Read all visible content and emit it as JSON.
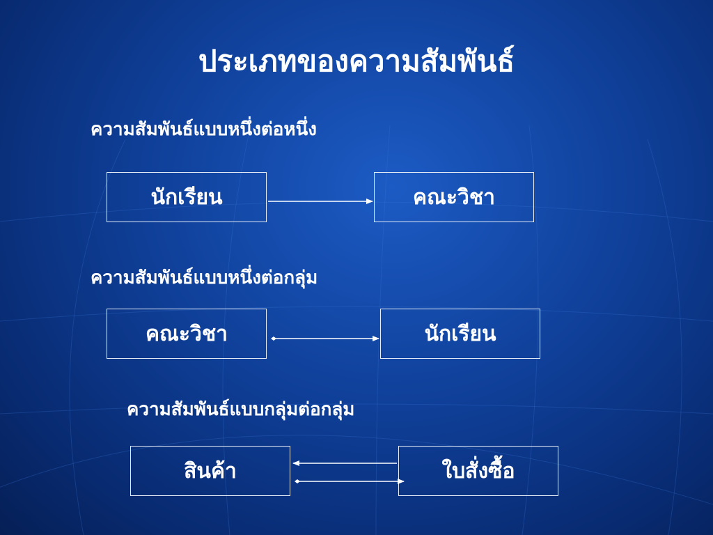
{
  "slide": {
    "title": "ประเภทของความสัมพันธ์"
  },
  "sections": [
    {
      "heading": "ความสัมพันธ์แบบหนึ่งต่อหนึ่ง",
      "left_box": "นักเรียน",
      "right_box": "คณะวิชา"
    },
    {
      "heading": "ความสัมพันธ์แบบหนึ่งต่อกลุ่ม",
      "left_box": "คณะวิชา",
      "right_box": "นักเรียน"
    },
    {
      "heading": "ความสัมพันธ์แบบกลุ่มต่อกลุ่ม",
      "left_box": "สินค้า",
      "right_box": "ใบสั่งซื้อ"
    }
  ],
  "colors": {
    "background": "#0f3f98",
    "text": "#ffffff",
    "lines": "#ffffff"
  }
}
